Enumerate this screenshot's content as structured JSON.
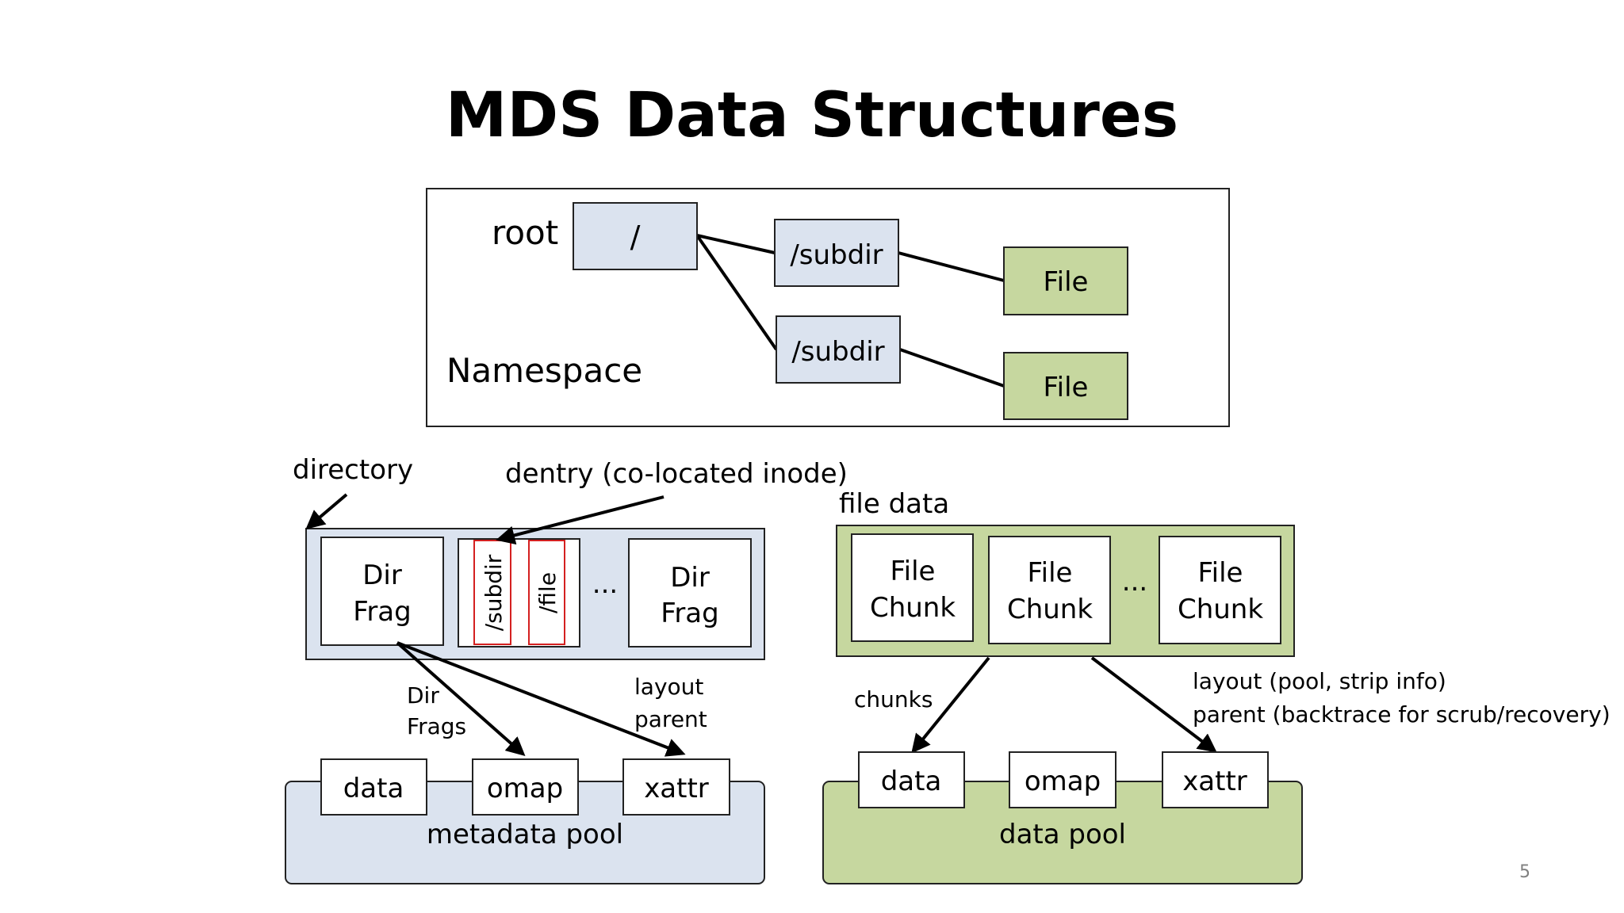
{
  "slide": {
    "title": "MDS Data Structures",
    "page_number": "5"
  },
  "namespace": {
    "label": "Namespace",
    "root_label": "root",
    "root_node": "/",
    "subdirs": [
      "/subdir",
      "/subdir"
    ],
    "files": [
      "File",
      "File"
    ]
  },
  "directory": {
    "label": "directory",
    "dentry_label": "dentry (co-located inode)",
    "frag_left": [
      "Dir",
      "Frag"
    ],
    "frag_right": [
      "Dir",
      "Frag"
    ],
    "dentries": [
      "/subdir",
      "/file"
    ],
    "ellipsis": "...",
    "arrow_labels": {
      "dirfrags": [
        "Dir",
        "Frags"
      ],
      "layout_parent": [
        "layout",
        "parent"
      ]
    }
  },
  "metadata_pool": {
    "label": "metadata pool",
    "objects": [
      "data",
      "omap",
      "xattr"
    ]
  },
  "file_data": {
    "label": "file data",
    "chunks": [
      [
        "File",
        "Chunk"
      ],
      [
        "File",
        "Chunk"
      ],
      [
        "File",
        "Chunk"
      ]
    ],
    "ellipsis": "...",
    "arrow_labels": {
      "chunks": "chunks",
      "layout": "layout (pool, strip info)",
      "parent": "parent (backtrace for scrub/recovery)"
    }
  },
  "data_pool": {
    "label": "data pool",
    "objects": [
      "data",
      "omap",
      "xattr"
    ]
  },
  "colors": {
    "directory_fill": "#dbe3ef",
    "file_fill": "#c6d79f",
    "dentry_border": "#d42020"
  }
}
